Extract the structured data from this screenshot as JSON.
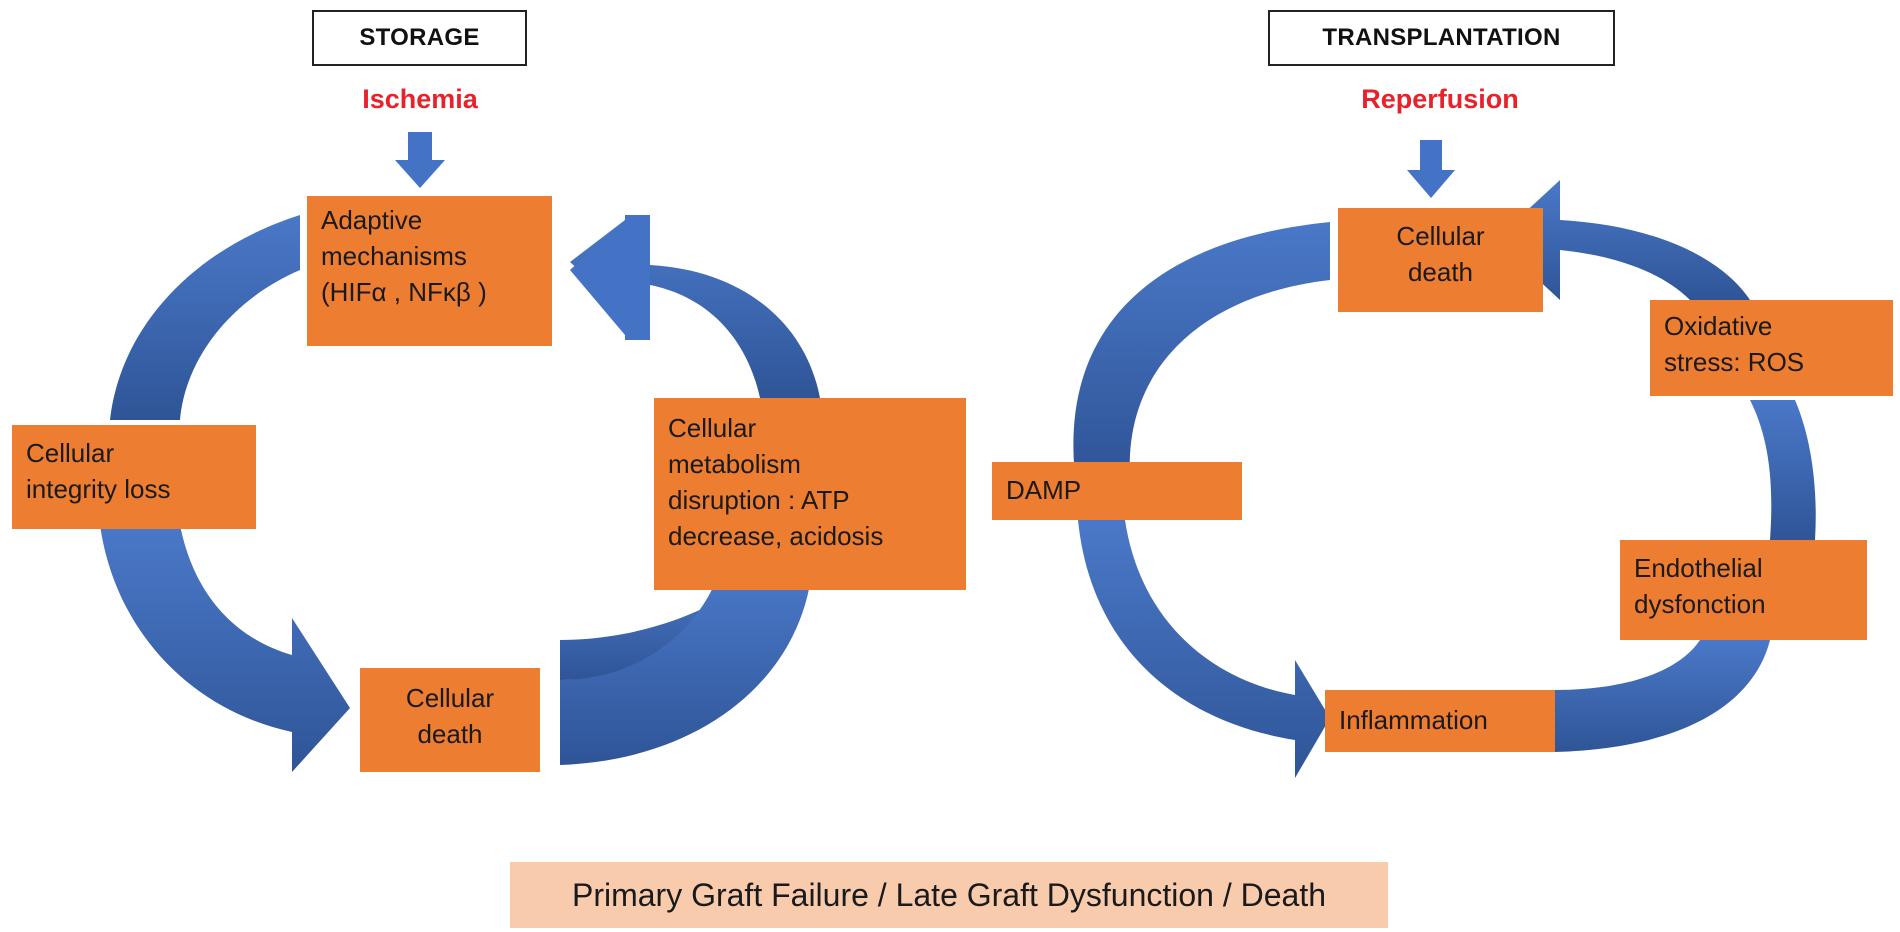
{
  "storage": {
    "phase_label": "STORAGE",
    "event_label": "Ischemia",
    "nodes": {
      "adaptive": [
        "Adaptive",
        "mechanisms",
        "(HIFα , NFκβ )"
      ],
      "integrity": [
        "Cellular",
        "integrity loss"
      ],
      "death": [
        "Cellular",
        "death"
      ],
      "metabolism": [
        "Cellular",
        "metabolism",
        "disruption : ATP",
        "decrease, acidosis"
      ]
    }
  },
  "transplantation": {
    "phase_label": "TRANSPLANTATION",
    "event_label": "Reperfusion",
    "nodes": {
      "death": [
        "Cellular",
        "death"
      ],
      "oxidative": [
        "Oxidative",
        "stress: ROS"
      ],
      "damp": [
        "DAMP"
      ],
      "endothelial": [
        "Endothelial",
        "dysfonction"
      ],
      "inflammation": [
        "Inflammation"
      ]
    }
  },
  "outcome_label": "Primary Graft Failure / Late Graft Dysfunction / Death",
  "colors": {
    "node_fill": "#ed7d31",
    "arrow_blue": "#4472c4",
    "event_red": "#e8212b",
    "outcome_fill": "#f8cbad"
  }
}
